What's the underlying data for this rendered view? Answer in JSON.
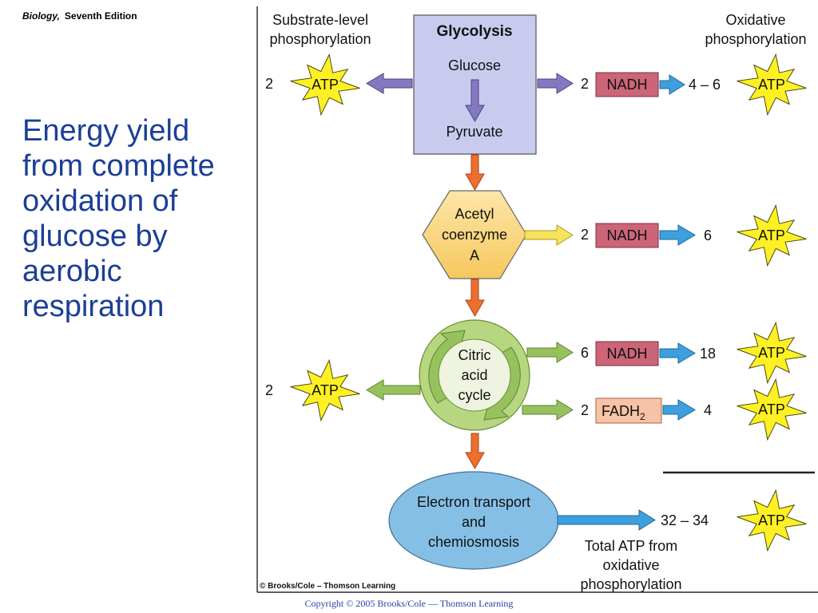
{
  "header": {
    "book_title": "Biology,",
    "edition": "Seventh Edition"
  },
  "slide_title": "Energy yield from complete oxidation of glucose by aerobic respiration",
  "footer": {
    "copyright": "Copyright © 2005 Brooks/Cole — Thomson Learning"
  },
  "figure": {
    "credit": "© Brooks/Cole – Thomson Learning",
    "col_left": [
      "Substrate-level",
      "phosphorylation"
    ],
    "col_right": [
      "Oxidative",
      "phosphorylation"
    ],
    "glycolysis": {
      "title": "Glycolysis",
      "from": "Glucose",
      "to": "Pyruvate"
    },
    "acetyl_coa": [
      "Acetyl",
      "coenzyme",
      "A"
    ],
    "citric_acid": [
      "Citric",
      "acid",
      "cycle"
    ],
    "electron_transport": [
      "Electron transport",
      "and",
      "chemiosmosis"
    ],
    "atp_label": "ATP",
    "substrate_yields": {
      "glycolysis": "2",
      "citric": "2"
    },
    "carriers": [
      {
        "count": "2",
        "name": "NADH",
        "atp": "4 – 6"
      },
      {
        "count": "2",
        "name": "NADH",
        "atp": "6"
      },
      {
        "count": "6",
        "name": "NADH",
        "atp": "18"
      },
      {
        "count": "2",
        "name": "FADH",
        "sub": "2",
        "atp": "4"
      }
    ],
    "total": {
      "value": "32 – 34",
      "label": [
        "Total ATP from",
        "oxidative",
        "phosphorylation"
      ]
    }
  },
  "colors": {
    "title": "#1c3f95",
    "glycolysis_box": "#c9cbee",
    "purple_arrow": "#8479c0",
    "orange_arrow": "#ee6e2e",
    "acetyl_hex": "#fdd98a",
    "yellow_arrow": "#f7e35c",
    "citric_ring": "#97c15d",
    "nadh_box": "#cc6577",
    "fadh_box": "#f8c2a6",
    "blue_arrow": "#3d9fdc",
    "et_ellipse": "#86bfe6",
    "atp_star": "#fff024"
  }
}
